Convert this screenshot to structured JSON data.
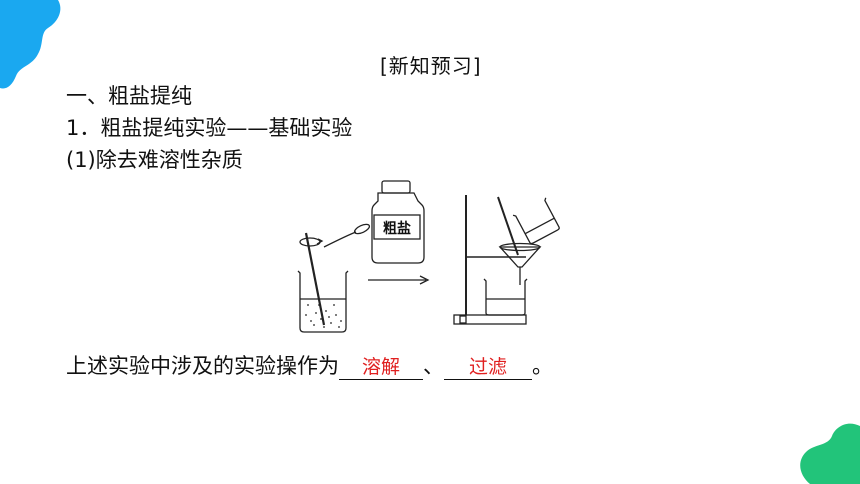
{
  "section_title": "[新知预习]",
  "heading_1": "一、粗盐提纯",
  "heading_2": "1．粗盐提纯实验——基础实验",
  "heading_3": "(1)除去难溶性杂质",
  "figure": {
    "bottle_label": "粗盐"
  },
  "question": {
    "prefix": "上述实验中涉及的实验操作为",
    "answer_1": "溶解",
    "separator": "、",
    "answer_2": "过滤",
    "suffix": "。"
  },
  "colors": {
    "answer": "#e02020",
    "blob_blue": "#1aa8f0",
    "blob_green": "#22c47a"
  }
}
